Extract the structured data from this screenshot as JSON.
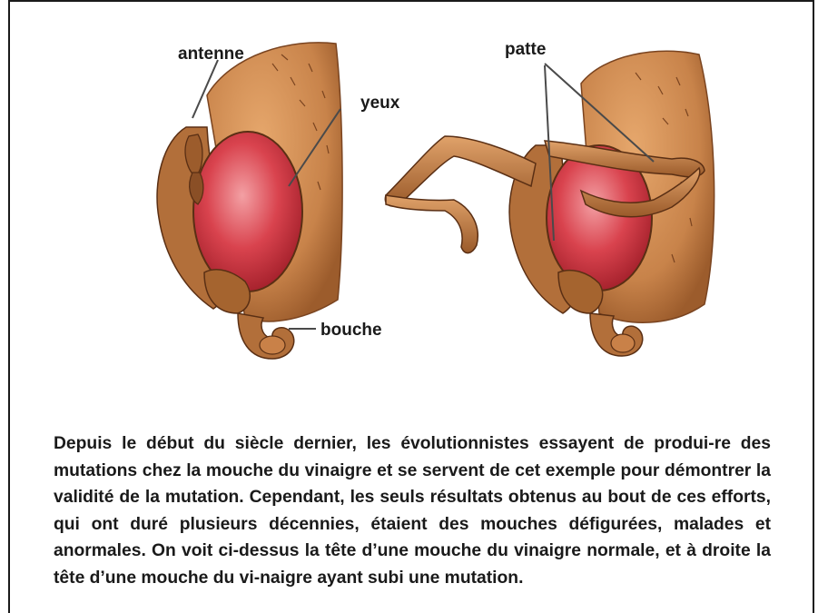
{
  "figure": {
    "labels": {
      "antenne": "antenne",
      "yeux": "yeux",
      "bouche": "bouche",
      "patte": "patte"
    },
    "colors": {
      "head": "#c8834a",
      "head_dark": "#8a4f26",
      "eye": "#d4404a",
      "eye_highlight": "#f08a8e",
      "outline": "#5a2f14"
    }
  },
  "caption": {
    "text": "Depuis le début du siècle dernier, les évolutionnistes essayent de produi-re des mutations chez la mouche du vinaigre et se servent de cet exemple pour démontrer la validité de la mutation. Cependant, les seuls résultats obtenus au bout de ces efforts, qui ont duré plusieurs décennies, étaient des mouches défigurées, malades et anormales. On voit ci-dessus la tête d’une mouche du vinaigre normale, et à droite la tête d’une mouche du vi-naigre ayant subi une mutation."
  }
}
